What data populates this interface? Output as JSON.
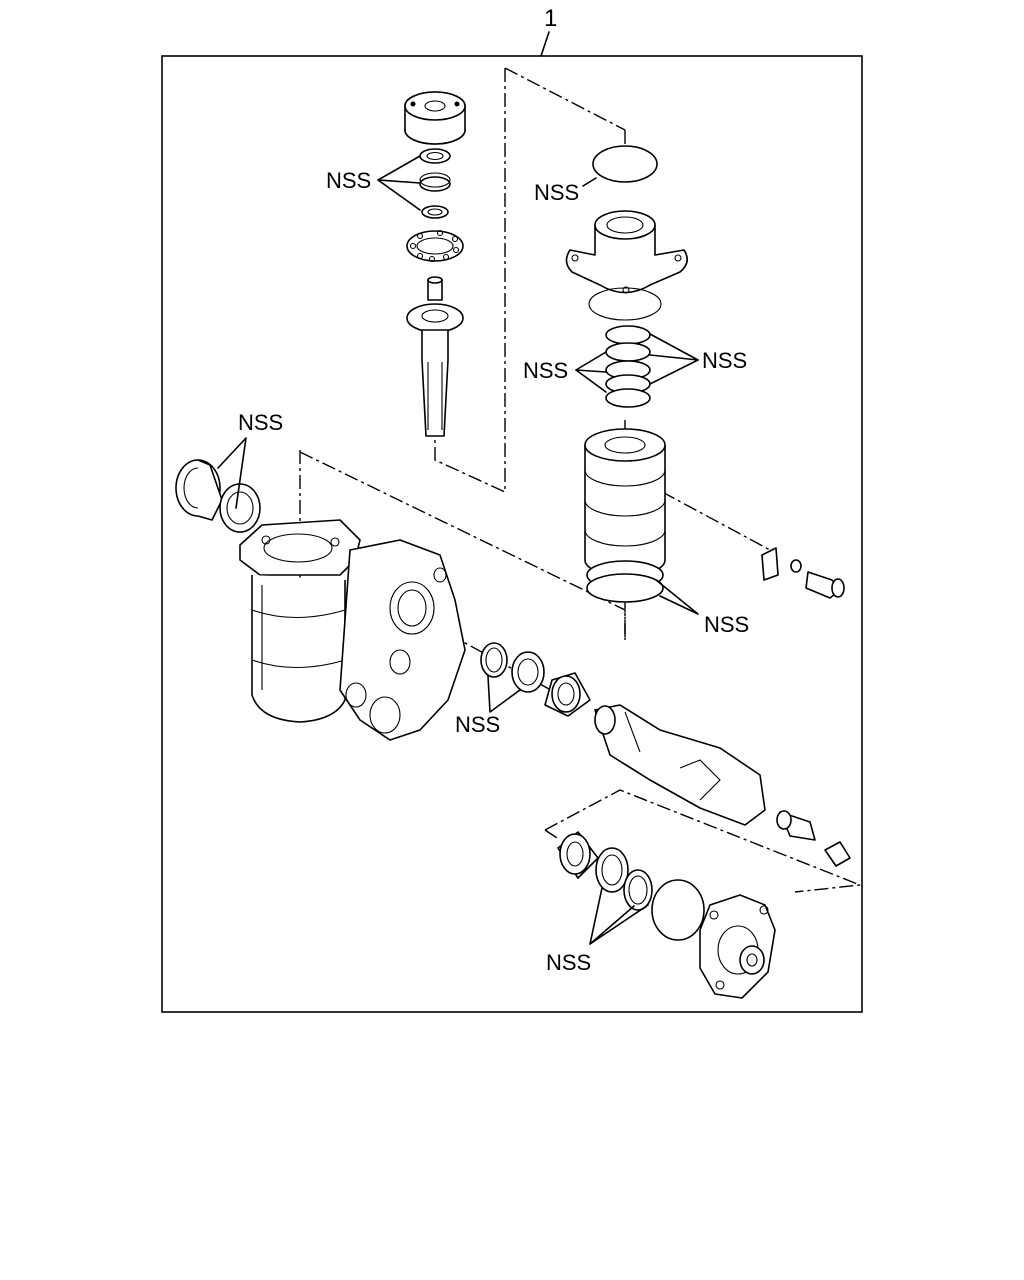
{
  "diagram": {
    "callout_number": "1",
    "labels": {
      "nss_top_bearing": "NSS",
      "nss_oring_top": "NSS",
      "nss_seals_middle_left": "NSS",
      "nss_seals_middle_right": "NSS",
      "nss_housing_seals": "NSS",
      "nss_piston_rings": "NSS",
      "nss_sector_seals": "NSS",
      "nss_cover_seals": "NSS"
    }
  }
}
